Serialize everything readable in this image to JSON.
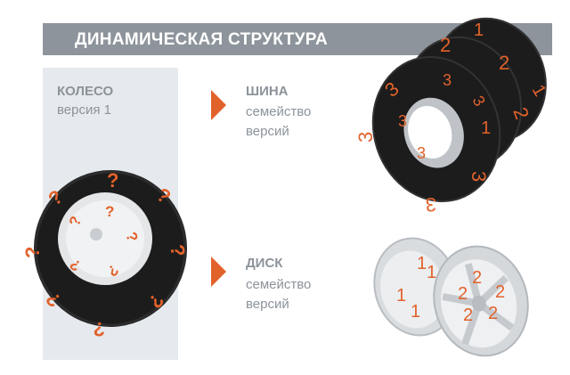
{
  "header": {
    "title": "ДИНАМИЧЕСКАЯ СТРУКТУРА"
  },
  "wheel": {
    "title": "КОЛЕСО",
    "version": "версия 1"
  },
  "tire": {
    "title": "ШИНА",
    "line1": "семейство",
    "line2": "версий"
  },
  "rim": {
    "title": "ДИСК",
    "line1": "семейство",
    "line2": "версий"
  },
  "marks": {
    "unknown": "?",
    "v1": "1",
    "v2": "2",
    "v3": "3"
  },
  "colors": {
    "accent": "#e2622b",
    "header_bg": "#8d949b",
    "panel_bg": "#e6eaee",
    "text": "#8c939a",
    "tire": "#1c1c1c",
    "rim": "#e4e6e8"
  }
}
